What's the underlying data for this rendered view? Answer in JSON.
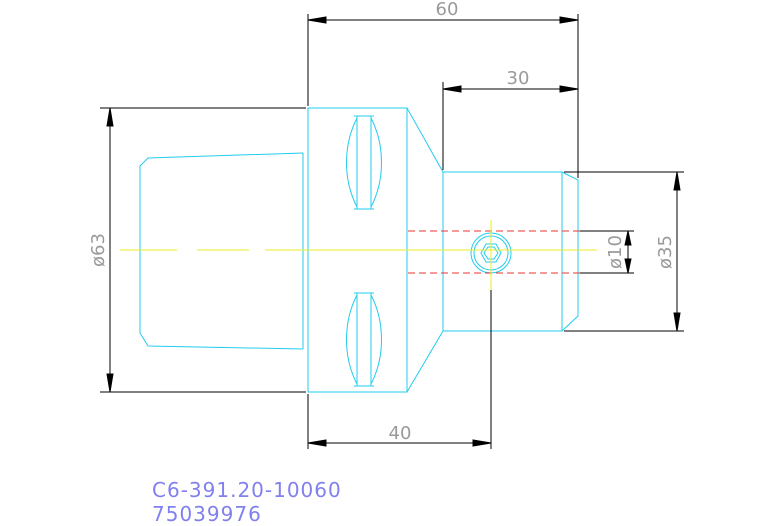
{
  "dimensions": {
    "length_total": "60",
    "length_front": "30",
    "length_hole": "40",
    "dia_flange": "ø63",
    "dia_hole": "ø10",
    "dia_shank": "ø35"
  },
  "part": {
    "code": "C6-391.20-10060",
    "number": "75039976"
  },
  "colors": {
    "outline": "#22ccee",
    "centerline": "#eeee22",
    "hidden": "#ee3333",
    "dimension": "#000000",
    "dimension_text": "#9a9a9a",
    "part_text": "#8080ee"
  }
}
